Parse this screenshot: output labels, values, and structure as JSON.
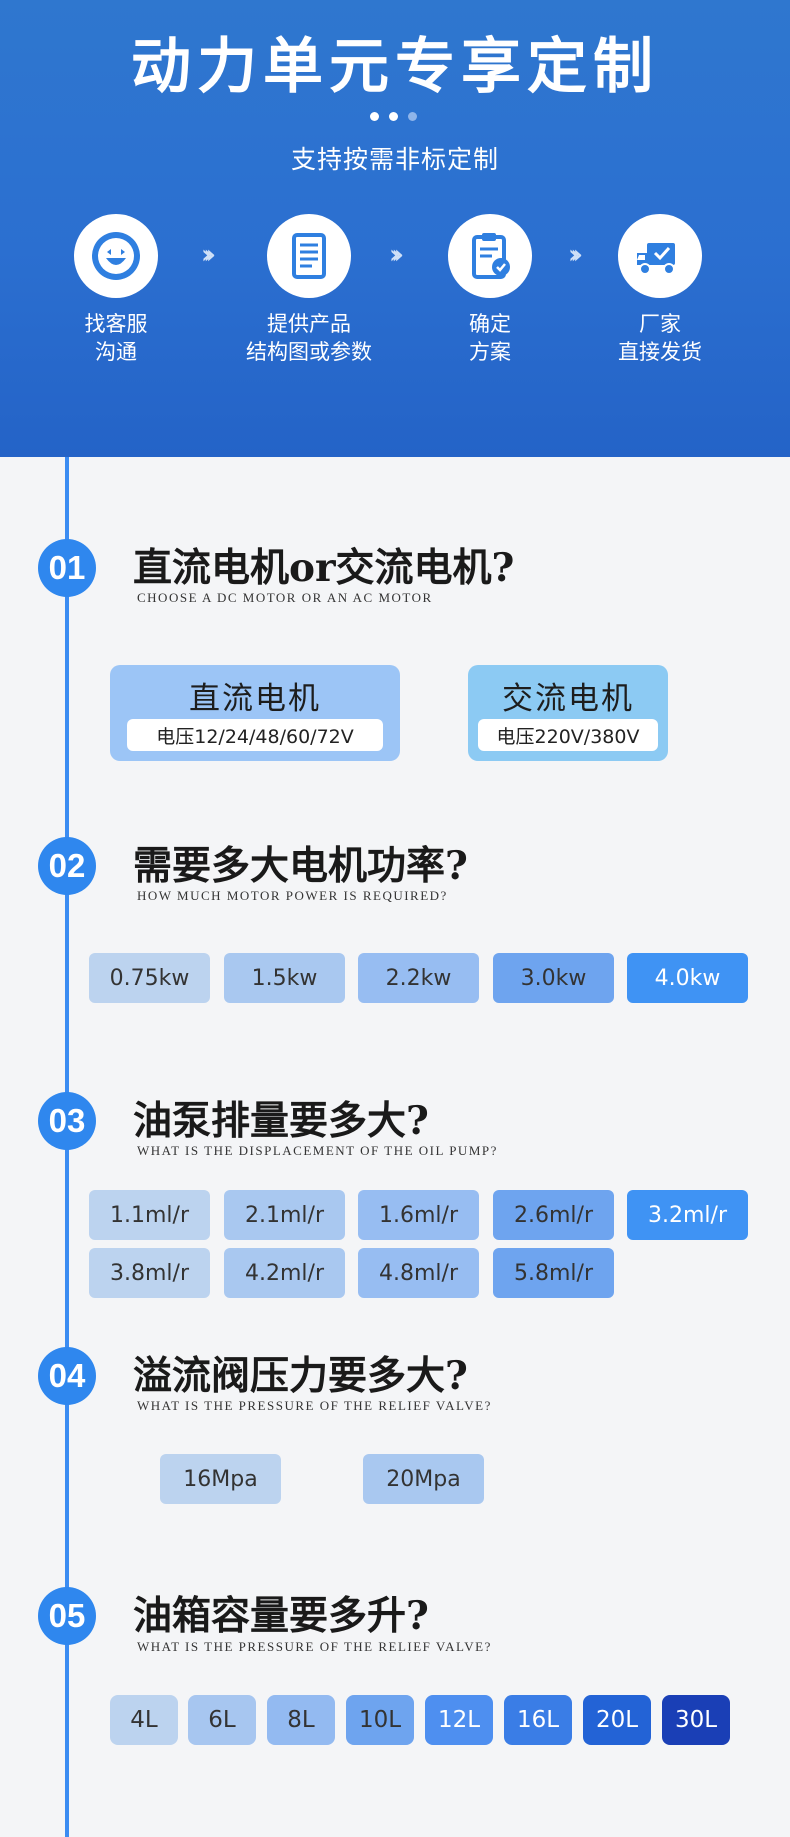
{
  "hero": {
    "title": "动力单元专享定制",
    "subtitle": "支持按需非标定制",
    "steps": [
      {
        "icon": "smiley-face-icon",
        "label": "找客服\n沟通"
      },
      {
        "icon": "document-scroll-icon",
        "label": "提供产品\n结构图或参数"
      },
      {
        "icon": "clipboard-check-icon",
        "label": "确定\n方案"
      },
      {
        "icon": "delivery-truck-icon",
        "label": "厂家\n直接发货"
      }
    ],
    "arrow": "›››"
  },
  "sections": [
    {
      "num": "01",
      "title": "直流电机or交流电机?",
      "subtitle": "CHOOSE A DC MOTOR OR AN AC MOTOR",
      "motors": [
        {
          "name": "直流电机",
          "voltage": "电压12/24/48/60/72V"
        },
        {
          "name": "交流电机",
          "voltage": "电压220V/380V"
        }
      ]
    },
    {
      "num": "02",
      "title": "需要多大电机功率?",
      "subtitle": "HOW MUCH MOTOR POWER IS REQUIRED?",
      "options": [
        "0.75kw",
        "1.5kw",
        "2.2kw",
        "3.0kw",
        "4.0kw"
      ]
    },
    {
      "num": "03",
      "title": "油泵排量要多大?",
      "subtitle": "WHAT IS THE DISPLACEMENT OF THE OIL PUMP?",
      "options": [
        "1.1ml/r",
        "2.1ml/r",
        "1.6ml/r",
        "2.6ml/r",
        "3.2ml/r",
        "3.8ml/r",
        "4.2ml/r",
        "4.8ml/r",
        "5.8ml/r"
      ]
    },
    {
      "num": "04",
      "title": "溢流阀压力要多大?",
      "subtitle": "WHAT IS THE PRESSURE OF THE RELIEF VALVE?",
      "options": [
        "16Mpa",
        "20Mpa"
      ]
    },
    {
      "num": "05",
      "title": "油箱容量要多升?",
      "subtitle": "WHAT IS THE PRESSURE OF THE RELIEF VALVE?",
      "options": [
        "4L",
        "6L",
        "8L",
        "10L",
        "12L",
        "16L",
        "20L",
        "30L"
      ]
    }
  ],
  "colors": {
    "brand_blue": "#2b6fd0",
    "accent_blue": "#2f87ee",
    "timeline": "#3b8cf2"
  }
}
